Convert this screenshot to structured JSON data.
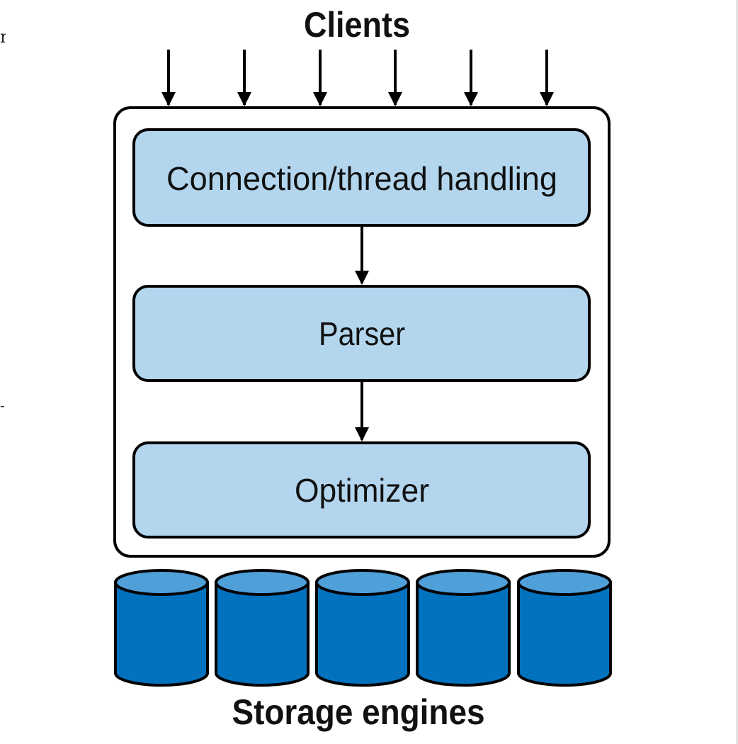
{
  "diagram": {
    "clients_label": "Clients",
    "layers": [
      {
        "label": "Connection/thread handling"
      },
      {
        "label": "Parser"
      },
      {
        "label": "Optimizer"
      }
    ],
    "storage_label": "Storage engines",
    "client_arrow_count": 6,
    "storage_engine_count": 5,
    "colors": {
      "layer_fill": "#b3d6ee",
      "stroke": "#000000",
      "cylinder_body": "#0271be",
      "cylinder_top": "#4f9fd9",
      "background": "#ffffff"
    }
  }
}
